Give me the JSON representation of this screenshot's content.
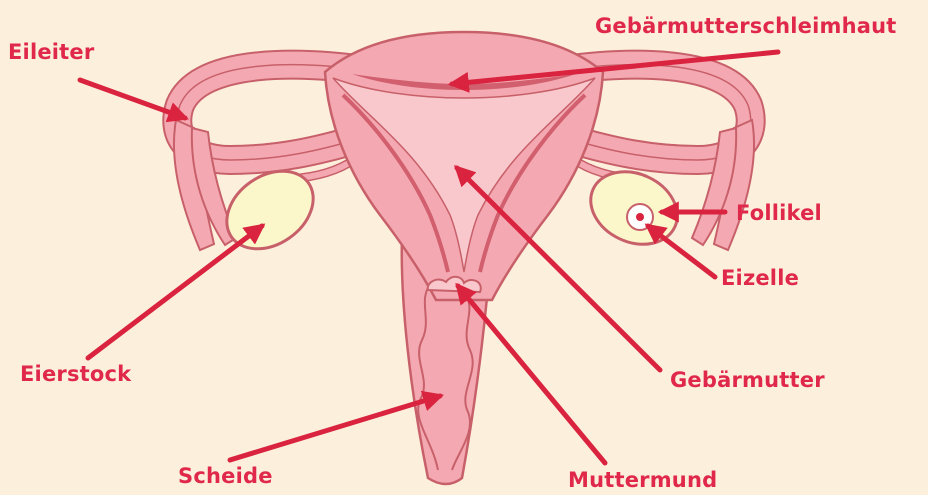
{
  "colors": {
    "background": "#fcf0dd",
    "label": "#e0284a",
    "arrow": "#d9233f",
    "outline": "#c8606a",
    "tissue": "#f4a9b2",
    "tissue_light": "#f9c8cc",
    "lining": "#d25f6e",
    "ovary": "#fbf7cb"
  },
  "labels": {
    "eileiter": "Eileiter",
    "gebaermutterschleimhaut": "Gebärmutterschleimhaut",
    "follikel": "Follikel",
    "eizelle": "Eizelle",
    "eierstock": "Eierstock",
    "gebaermutter": "Gebärmutter",
    "scheide": "Scheide",
    "muttermund": "Muttermund"
  }
}
